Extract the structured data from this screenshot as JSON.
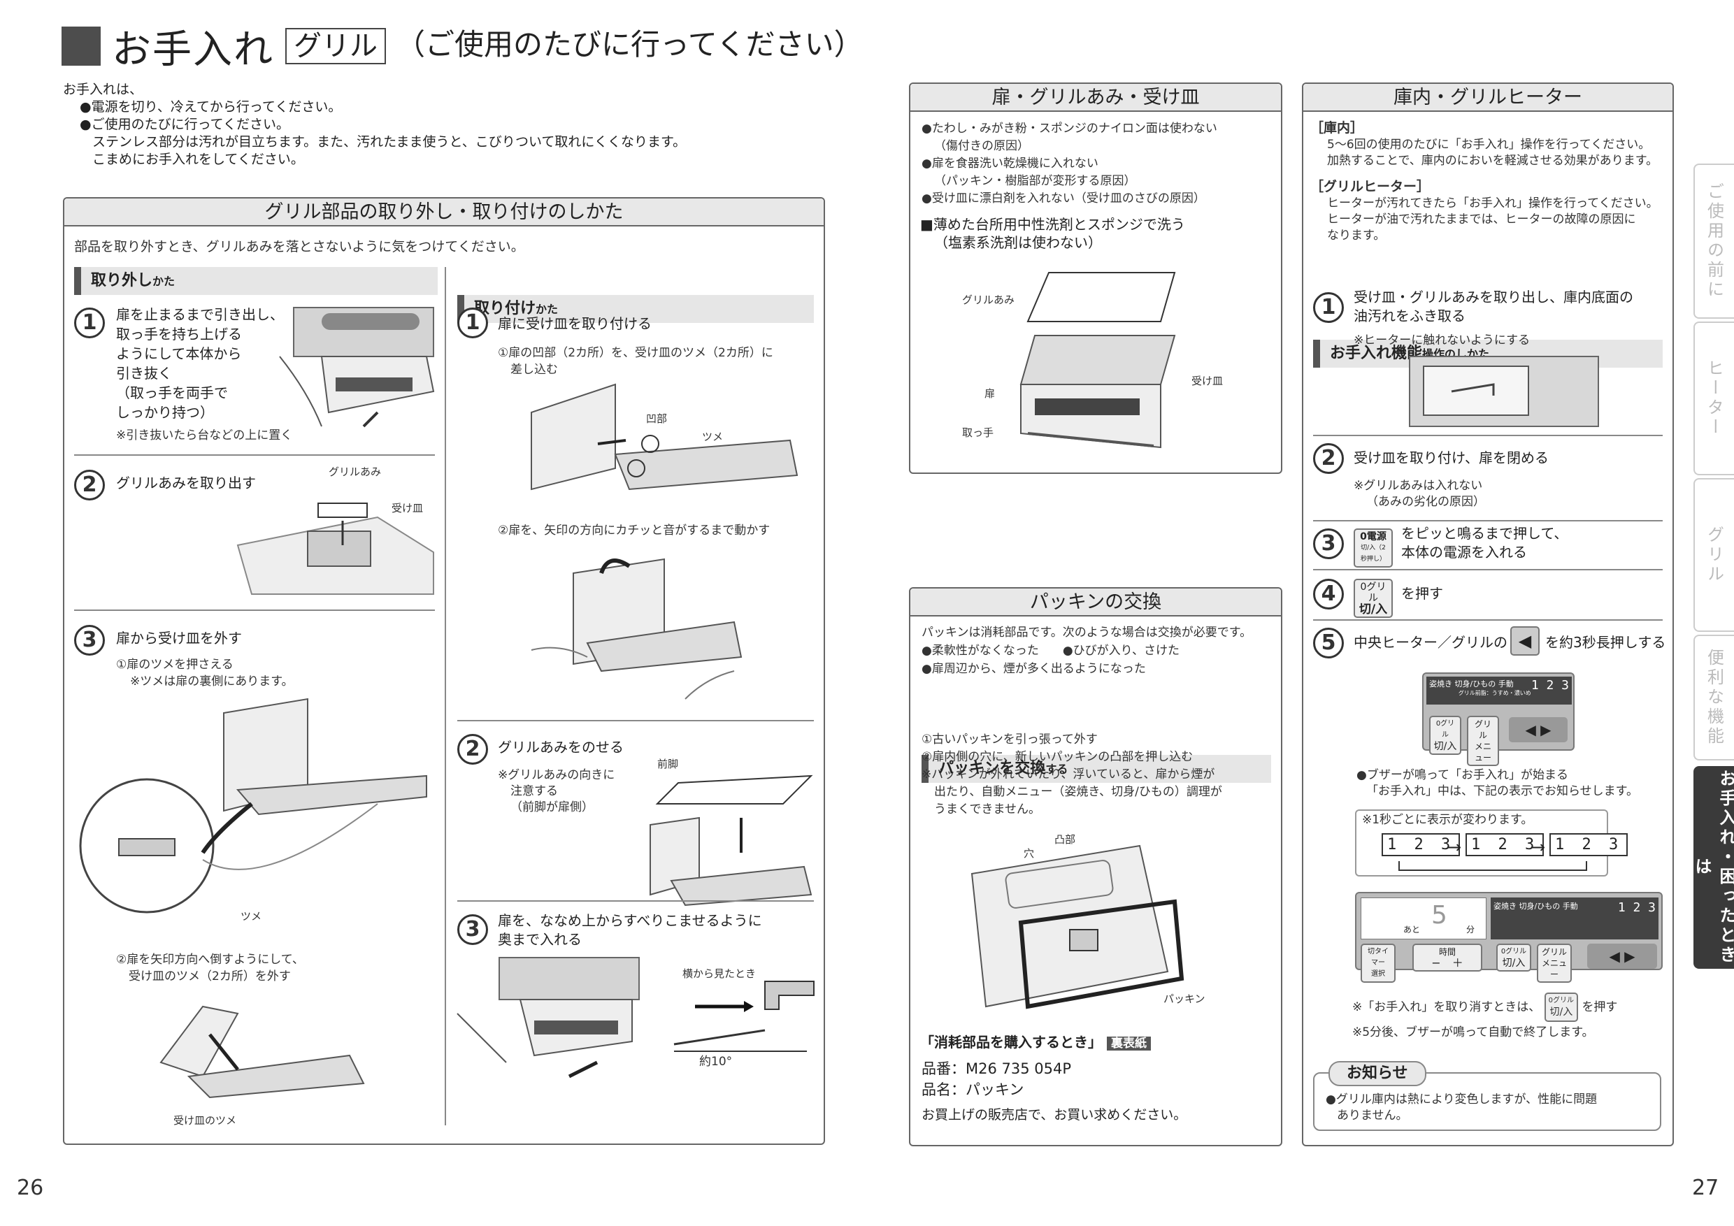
{
  "title": {
    "main": "お手入れ",
    "boxed": "グリル",
    "sub": "（ご使用のたびに行ってください）"
  },
  "intro": {
    "lead": "お手入れは、",
    "items": [
      "●電源を切り、冷えてから行ってください。",
      "●ご使用のたびに行ってください。",
      "ステンレス部分は汚れが目立ちます。また、汚れたまま使うと、こびりついて取れにくくなります。",
      "こまめにお手入れをしてください。"
    ]
  },
  "left_panel": {
    "header": "グリル部品の取り外し・取り付けのしかた",
    "note": "部品を取り外すとき、グリルあみを落とさないように気をつけてください。",
    "removal": {
      "heading": "取り外し",
      "heading_small": "かた",
      "steps": [
        {
          "num": "1",
          "text": [
            "扉を止まるまで引き出し、",
            "取っ手を持ち上げる",
            "ようにして本体から",
            "引き抜く",
            "（取っ手を両手で",
            "しっかり持つ）"
          ],
          "note": "※引き抜いたら台などの上に置く"
        },
        {
          "num": "2",
          "text": [
            "グリルあみを取り出す"
          ],
          "labels": [
            "グリルあみ",
            "受け皿"
          ]
        },
        {
          "num": "3",
          "text": [
            "扉から受け皿を外す"
          ],
          "sub1": "①扉のツメを押さえる",
          "sub1b": "※ツメは扉の裏側にあります。",
          "label_tsume": "ツメ",
          "sub2": "②扉を矢印方向へ倒すようにして、",
          "sub2b": "受け皿のツメ（2カ所）を外す",
          "label_bottom": "受け皿のツメ"
        }
      ]
    },
    "install": {
      "heading": "取り付け",
      "heading_small": "かた",
      "steps": [
        {
          "num": "1",
          "text": [
            "扉に受け皿を取り付ける"
          ],
          "sub1": "①扉の凹部（2カ所）を、受け皿のツメ（2カ所）に",
          "sub1b": "差し込む",
          "label_oubu": "凹部",
          "label_tsume": "ツメ",
          "sub2": "②扉を、矢印の方向にカチッと音がするまで動かす"
        },
        {
          "num": "2",
          "text": [
            "グリルあみをのせる"
          ],
          "note": [
            "※グリルあみの向きに",
            "注意する",
            "（前脚が扉側）"
          ],
          "label": "前脚"
        },
        {
          "num": "3",
          "text": [
            "扉を、ななめ上からすべりこませるように",
            "奥まで入れる"
          ],
          "label_side": "横から見たとき",
          "label_angle": "約10°"
        }
      ]
    }
  },
  "door_panel": {
    "header": "扉・グリルあみ・受け皿",
    "bullets": [
      "●たわし・みがき粉・スポンジのナイロン面は使わない",
      "（傷付きの原因）",
      "●扉を食器洗い乾燥機に入れない",
      "（パッキン・樹脂部が変形する原因）",
      "●受け皿に漂白剤を入れない（受け皿のさびの原因）"
    ],
    "wash": "■薄めた台所用中性洗剤とスポンジで洗う",
    "wash_sub": "（塩素系洗剤は使わない）",
    "labels": {
      "ami": "グリルあみ",
      "tobira": "扉",
      "totte": "取っ手",
      "ukezara": "受け皿"
    }
  },
  "packing_panel": {
    "header": "パッキンの交換",
    "lead": "パッキンは消耗部品です。次のような場合は交換が必要です。",
    "bullets": [
      "●柔軟性がなくなった　　●ひびが入り、さけた",
      "●扉周辺から、煙が多く出るようになった"
    ],
    "sec_head": "パッキンを交換",
    "sec_head_small": "する",
    "steps": [
      "①古いパッキンを引っ張って外す",
      "②扉内側の穴に、新しいパッキンの凸部を押し込む",
      "※パッキンが外れていたり、浮いていると、扉から煙が",
      "出たり、自動メニュー（姿焼き、切身/ひもの）調理が",
      "うまくできません。"
    ],
    "labels": {
      "ana": "穴",
      "totsubu": "凸部",
      "packing": "パッキン"
    },
    "buy": "「消耗部品を購入するとき」",
    "buy_tag": "裏表紙",
    "part_no": "品番：M26 735 054P",
    "part_name": "品名：パッキン",
    "shop": "お買上げの販売店で、お買い求めください。"
  },
  "heater_panel": {
    "header": "庫内・グリルヒーター",
    "kounai_h": "［庫内］",
    "kounai": [
      "5～6回の使用のたびに「お手入れ」操作を行ってください。",
      "加熱することで、庫内のにおいを軽減させる効果があります。"
    ],
    "heater_h": "［グリルヒーター］",
    "heater": [
      "ヒーターが汚れてきたら「お手入れ」操作を行ってください。",
      "ヒーターが油で汚れたままでは、ヒーターの故障の原因に",
      "なります。"
    ],
    "sec_head": "お手入れ機能",
    "sec_head_small": "操作のしかた",
    "steps": [
      {
        "num": "1",
        "text": [
          "受け皿・グリルあみを取り出し、庫内底面の",
          "油汚れをふき取る"
        ],
        "note": "※ヒーターに触れないようにする"
      },
      {
        "num": "2",
        "text": [
          "受け皿を取り付け、扉を閉める"
        ],
        "note": [
          "※グリルあみは入れない",
          "（あみの劣化の原因）"
        ]
      },
      {
        "num": "3",
        "btn": [
          "0電源",
          "切/入（2秒押し）"
        ],
        "text": [
          "をピッと鳴るまで押して、",
          "本体の電源を入れる"
        ]
      },
      {
        "num": "4",
        "btn": [
          "0グリル",
          "切/入"
        ],
        "text": [
          "を押す"
        ]
      },
      {
        "num": "5",
        "text_a": "中央ヒーター／グリルの",
        "text_b": "を約3秒長押しする"
      }
    ],
    "display": {
      "labels": [
        "姿焼き",
        "切身/ひもの",
        "手動"
      ],
      "digits": "1 2 3",
      "caption": "グリル前脂：うすめ・濃いめ",
      "btn1": [
        "0グリル",
        "切/入"
      ],
      "btn2": [
        "グリル",
        "メニュー"
      ]
    },
    "after": [
      "●ブザーが鳴って「お手入れ」が始まる",
      "「お手入れ」中は、下記の表示でお知らせします。"
    ],
    "box_note": "※1秒ごとに表示が変わります。",
    "seq": [
      "1 2 3",
      "1 2 3",
      "1 2 3"
    ],
    "panel2": {
      "timer": [
        "切タイマー",
        "選択"
      ],
      "time": "時間",
      "pm": "−　＋",
      "fun": "分",
      "ato": "あと"
    },
    "cancel_a": "※「お手入れ」を取り消すときは、",
    "cancel_b": "を押す",
    "cancel_btn": [
      "0グリル",
      "切/入"
    ],
    "end": "※5分後、ブザーが鳴って自動で終了します。",
    "notice_h": "お知らせ",
    "notice": [
      "●グリル庫内は熱により変色しますが、性能に問題",
      "ありません。"
    ]
  },
  "side_tabs": [
    "ご使用の前に",
    "ヒーター",
    "グリル",
    "便利な機能",
    "お手入れ・困ったときは"
  ],
  "pages": {
    "left": "26",
    "right": "27"
  }
}
